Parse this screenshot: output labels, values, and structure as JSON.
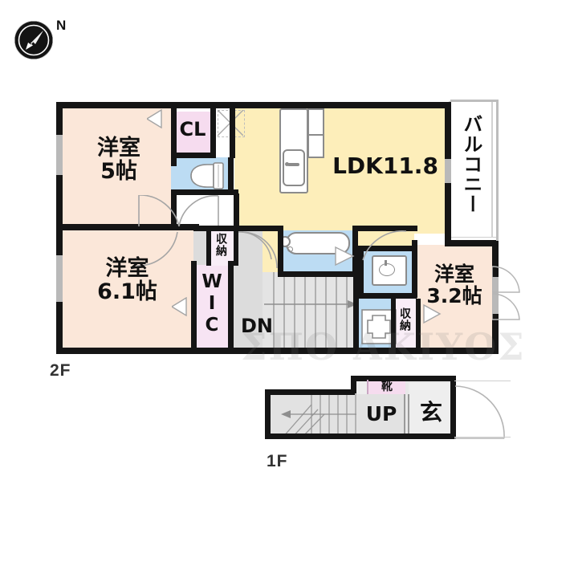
{
  "compass": {
    "north_label": "N",
    "icon": "compass-north-arrow"
  },
  "floors": [
    {
      "id": "2f",
      "label": "2F"
    },
    {
      "id": "1f",
      "label": "1F"
    }
  ],
  "second_floor": {
    "rooms": [
      {
        "key": "washitsu_5",
        "label": "洋室\n5帖",
        "name": "bedroom-5-jo",
        "color": "#fbe7d9"
      },
      {
        "key": "washitsu_61",
        "label": "洋室\n6.1帖",
        "name": "bedroom-6-1-jo",
        "color": "#fbe7d9"
      },
      {
        "key": "washitsu_32",
        "label": "洋室\n3.2帖",
        "name": "bedroom-3-2-jo",
        "color": "#fbe7d9"
      },
      {
        "key": "ldk",
        "label": "LDK11.8",
        "name": "ldk",
        "color": "#fdeeba"
      },
      {
        "key": "balcony",
        "label": "バルコニー",
        "name": "balcony",
        "color": "#ffffff"
      }
    ],
    "storages": [
      {
        "key": "cl",
        "label": "CL",
        "name": "closet-cl",
        "color": "#f6dcef"
      },
      {
        "key": "wic",
        "label": "WIC",
        "name": "walk-in-closet",
        "color": "#f6e3f2"
      },
      {
        "key": "shuno_1",
        "label": "収納",
        "name": "storage-upper",
        "color": "#f6e3f2"
      },
      {
        "key": "shuno_2",
        "label": "収納",
        "name": "storage-lower",
        "color": "#f6e3f2"
      }
    ],
    "stairs": {
      "label": "DN",
      "name": "stairs-down"
    },
    "wet_areas": [
      {
        "key": "toilet",
        "name": "toilet-room",
        "color": "#bcdcf3"
      },
      {
        "key": "bath",
        "name": "bathroom",
        "color": "#bcdcf3"
      },
      {
        "key": "washroom",
        "name": "washroom",
        "color": "#bcdcf3"
      }
    ]
  },
  "first_floor": {
    "stairs": {
      "label": "UP",
      "name": "stairs-up"
    },
    "entrance": {
      "label": "玄",
      "name": "entrance-genkan"
    },
    "shoe_box": {
      "label": "靴",
      "name": "shoe-cabinet"
    }
  },
  "colors": {
    "room_peach": "#fbe7d9",
    "ldk_yellow": "#fdeeba",
    "closet_pink": "#f6dcef",
    "water_blue": "#bcdcf3",
    "hall_gray": "#dcdcdc",
    "wall_black": "#151515"
  },
  "watermark": {
    "text": "ΣΠΟ ΑΚΙΥΟΣ"
  }
}
